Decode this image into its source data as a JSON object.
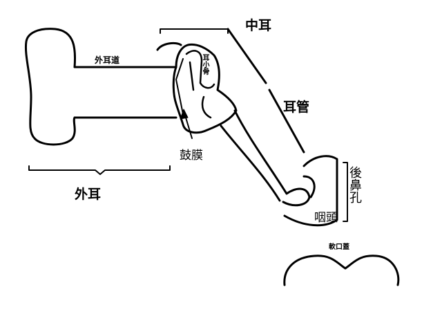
{
  "labels": {
    "middle_ear": "中耳",
    "ear_canal": "外耳道",
    "ossicles": "耳小骨",
    "eustachian_tube": "耳管",
    "eardrum": "鼓膜",
    "outer_ear": "外耳",
    "choana": "後鼻孔",
    "pharynx": "咽頭",
    "soft_palate": "軟口蓋"
  },
  "colors": {
    "line": "#000000",
    "background": "#ffffff"
  }
}
